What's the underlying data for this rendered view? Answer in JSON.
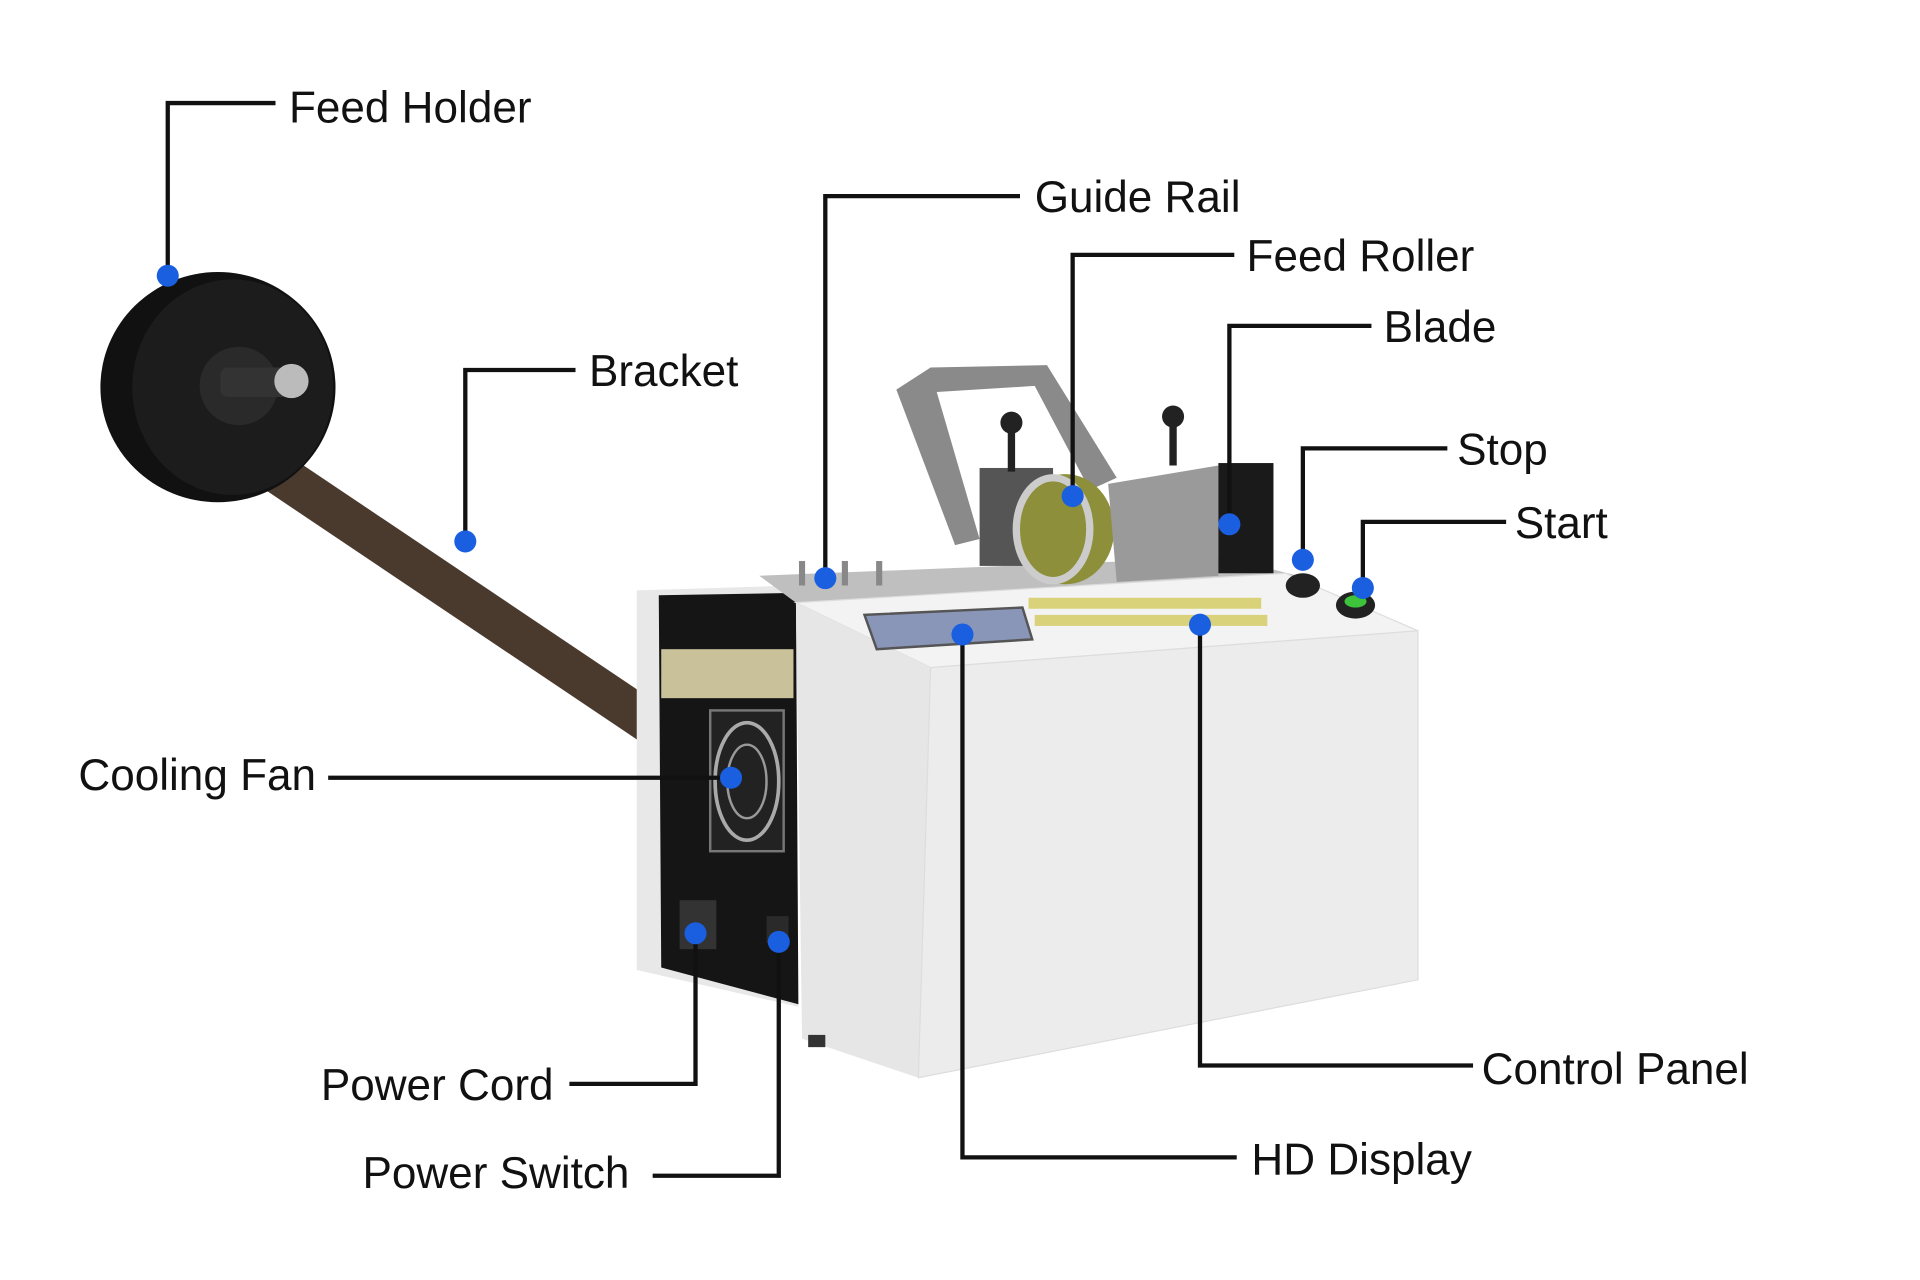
{
  "diagram": {
    "accent_color": "#1a5fe0",
    "labels": {
      "feed_holder": "Feed Holder",
      "guide_rail": "Guide Rail",
      "feed_roller": "Feed Roller",
      "blade": "Blade",
      "stop": "Stop",
      "start": "Start",
      "bracket": "Bracket",
      "cooling_fan": "Cooling Fan",
      "power_cord": "Power Cord",
      "power_switch": "Power Switch",
      "hd_display": "HD Display",
      "control_panel": "Control Panel"
    }
  }
}
